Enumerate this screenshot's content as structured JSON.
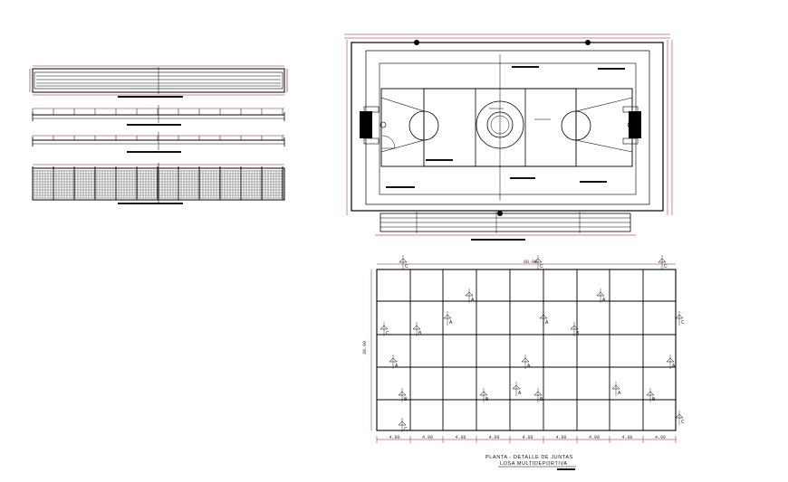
{
  "drawing": {
    "title_line1": "PLANTA - DETALLE DE JUNTAS",
    "title_line2": "LOSA MULTIDEPORTIVA",
    "overall_dimension": "88.00",
    "side_dimension": "30.00",
    "bay_dimension": "4.00",
    "joint_tags": [
      "A",
      "B",
      "C"
    ]
  },
  "colors": {
    "ink": "#000000",
    "dimension": "#8b1a1a",
    "hatch": "#222222"
  }
}
